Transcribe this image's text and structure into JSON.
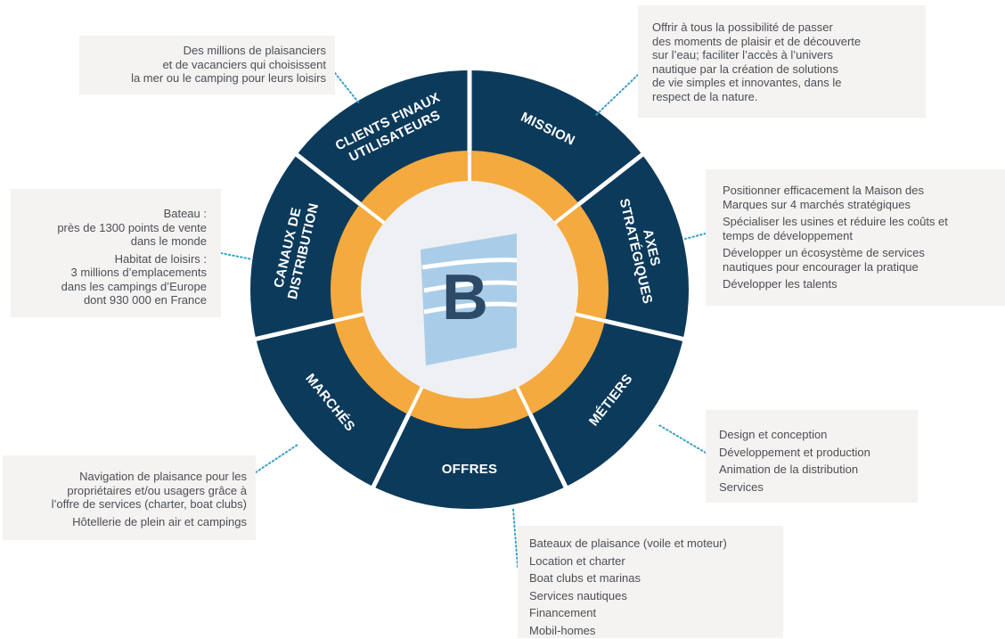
{
  "center_logo": {
    "letter": "B"
  },
  "segments": {
    "mission": [
      "MISSION"
    ],
    "axes": [
      "AXES",
      "STRATÉGIQUES"
    ],
    "metiers": [
      "MÉTIERS"
    ],
    "offres": [
      "OFFRES"
    ],
    "marches": [
      "MARCHÉS"
    ],
    "canaux": [
      "CANAUX DE",
      "DISTRIBUTION"
    ],
    "clients": [
      "CLIENTS FINAUX",
      "UTILISATEURS"
    ]
  },
  "notes": {
    "clients": [
      "Des millions de plaisanciers",
      "et de vacanciers qui choisissent",
      "la mer ou le camping pour leurs loisirs"
    ],
    "mission": [
      "Offrir à tous la possibilité de passer",
      "des moments de plaisir et de découverte",
      "sur l’eau; faciliter l’accès à l’univers",
      "nautique par la création de solutions",
      "de vie simples et innovantes, dans le",
      "respect de la nature."
    ],
    "canaux": [
      [
        "Bateau :",
        "près de 1300 points de vente",
        "dans le monde"
      ],
      [
        "Habitat de loisirs :",
        "3 millions d’emplacements",
        "dans les campings d’Europe",
        "dont 930 000 en France"
      ]
    ],
    "axes": [
      [
        "Positionner efficacement la Maison des",
        "Marques sur 4 marchés stratégiques"
      ],
      [
        "Spécialiser les usines et réduire les coûts et",
        "temps de développement"
      ],
      [
        "Développer un écosystème de services",
        "nautiques pour encourager la pratique"
      ],
      [
        "Développer les talents"
      ]
    ],
    "metiers": [
      "Design et conception",
      "Développement et production",
      "Animation de la distribution",
      "Services"
    ],
    "marches": [
      [
        "Navigation de plaisance pour les",
        "propriétaires et/ou usagers grâce à",
        "l’offre de services (charter, boat clubs)"
      ],
      [
        "Hôtellerie de plein air et campings"
      ]
    ],
    "offres": [
      "Bateaux de plaisance (voile et moteur)",
      "Location et charter",
      "Boat clubs et marinas",
      "Services nautiques",
      "Financement",
      "Mobil-homes"
    ]
  },
  "colors": {
    "navy": "#0c3a5b",
    "orange": "#f4aa3e",
    "center": "#eff0f4",
    "note_bg": "#f4f3f1",
    "connector": "#3a9fc6",
    "logo_light": "#a9cde9",
    "logo_dark": "#2d4a66"
  }
}
